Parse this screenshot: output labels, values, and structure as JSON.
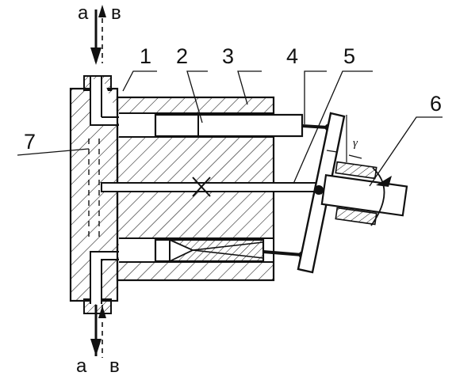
{
  "colors": {
    "ink": "#111111",
    "background": "#ffffff"
  },
  "labels": {
    "part_1": "1",
    "part_2": "2",
    "part_3": "3",
    "part_4": "4",
    "part_5": "5",
    "part_6": "6",
    "part_7": "7",
    "port_top_left": "a",
    "port_top_right": "в",
    "port_bottom_left": "a",
    "port_bottom_right": "в",
    "swash_angle": "γ"
  }
}
